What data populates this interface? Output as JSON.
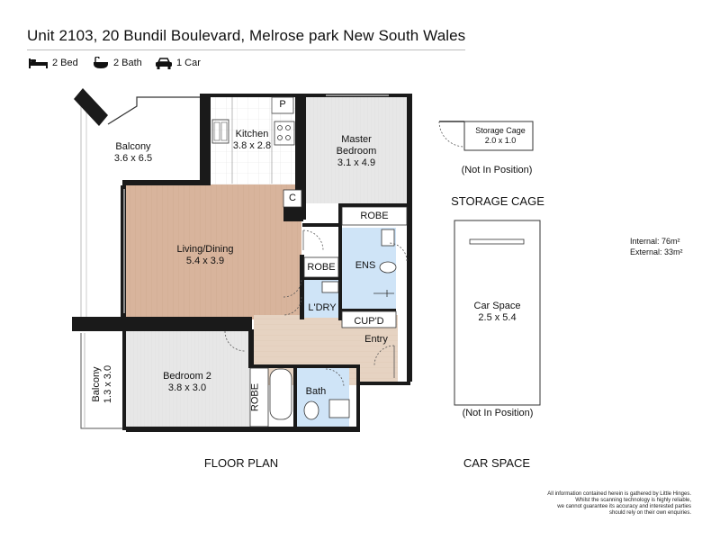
{
  "title": "Unit 2103, 20 Bundil Boulevard, Melrose park New South Wales",
  "features": [
    {
      "icon": "bed-icon",
      "label": "2 Bed"
    },
    {
      "icon": "bath-icon",
      "label": "2 Bath"
    },
    {
      "icon": "car-icon",
      "label": "1 Car"
    }
  ],
  "rooms": {
    "balcony_main": {
      "name": "Balcony",
      "dims": "3.6 x 6.5"
    },
    "kitchen": {
      "name": "Kitchen",
      "dims": "3.8 x 2.8"
    },
    "pantry": "P",
    "master_bedroom": {
      "name": "Master",
      "name2": "Bedroom",
      "dims": "3.1 x 4.9"
    },
    "cupboard_c": "C",
    "master_robe": "ROBE",
    "living_dining": {
      "name": "Living/Dining",
      "dims": "5.4 x 3.9"
    },
    "ensuite": "ENS",
    "hall_robe": "ROBE",
    "laundry": "L'DRY",
    "cupboard": "CUP'D",
    "entry": "Entry",
    "bedroom2": {
      "name": "Bedroom 2",
      "dims": "3.8 x 3.0"
    },
    "bed2_robe": "ROBE",
    "bath": "Bath",
    "balcony_small": {
      "name": "Balcony",
      "dims": "1.3 x 3.0"
    }
  },
  "storage_cage": {
    "name": "Storage Cage",
    "dims": "2.0 x 1.0",
    "note": "(Not In Position)",
    "heading": "STORAGE CAGE"
  },
  "car_space": {
    "name": "Car Space",
    "dims": "2.5 x 5.4",
    "note": "(Not In Position)"
  },
  "areas": {
    "internal_label": "Internal",
    "internal_value": ":  76m²",
    "external_label": "External",
    "external_value": ":  33m²"
  },
  "captions": {
    "floor_plan": "FLOOR PLAN",
    "car_space": "CAR SPACE"
  },
  "disclaimer": [
    "All information contained herein is gathered by Little Hinges.",
    "Whilst the scanning technology is highly reliable,",
    "we cannot guarantee its accuracy and interested parties",
    "should rely on their own enquiries."
  ],
  "colors": {
    "wall": "#1a1a1a",
    "living": "#d8b49c",
    "wet": "#cfe4f7",
    "wood": "#e9dfd3",
    "carpet": "#e8e8e8"
  }
}
